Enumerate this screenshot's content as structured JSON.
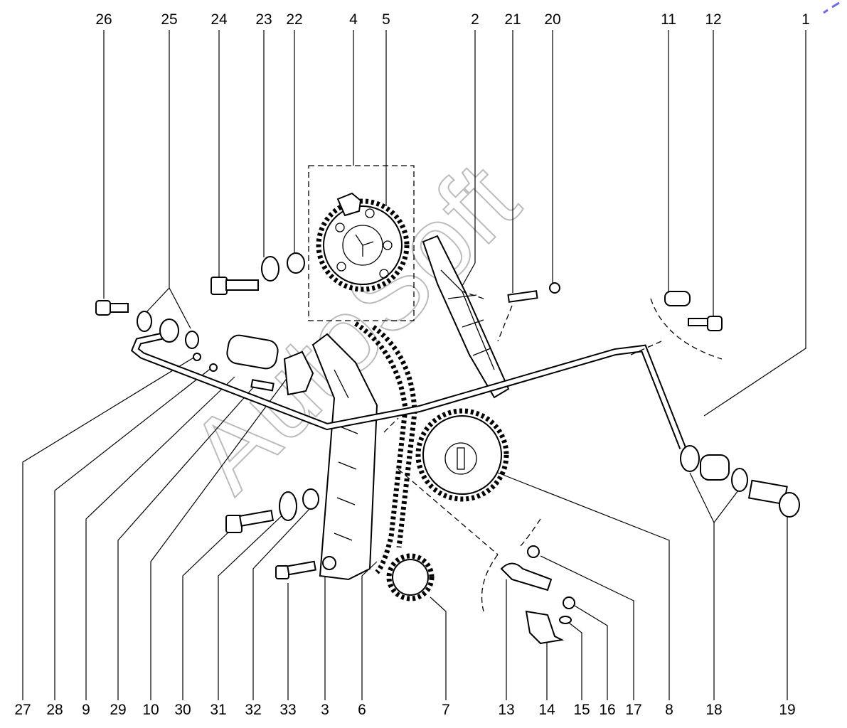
{
  "diagram": {
    "watermark": "AutoSoft",
    "top_labels": [
      "26",
      "25",
      "24",
      "23",
      "22",
      "4",
      "5",
      "2",
      "21",
      "20",
      "11",
      "12",
      "1"
    ],
    "bottom_labels": [
      "27",
      "28",
      "9",
      "29",
      "10",
      "30",
      "31",
      "32",
      "33",
      "3",
      "6",
      "7",
      "13",
      "14",
      "15",
      "16",
      "17",
      "8",
      "18",
      "19"
    ],
    "accent_color": "#6a6af0"
  }
}
